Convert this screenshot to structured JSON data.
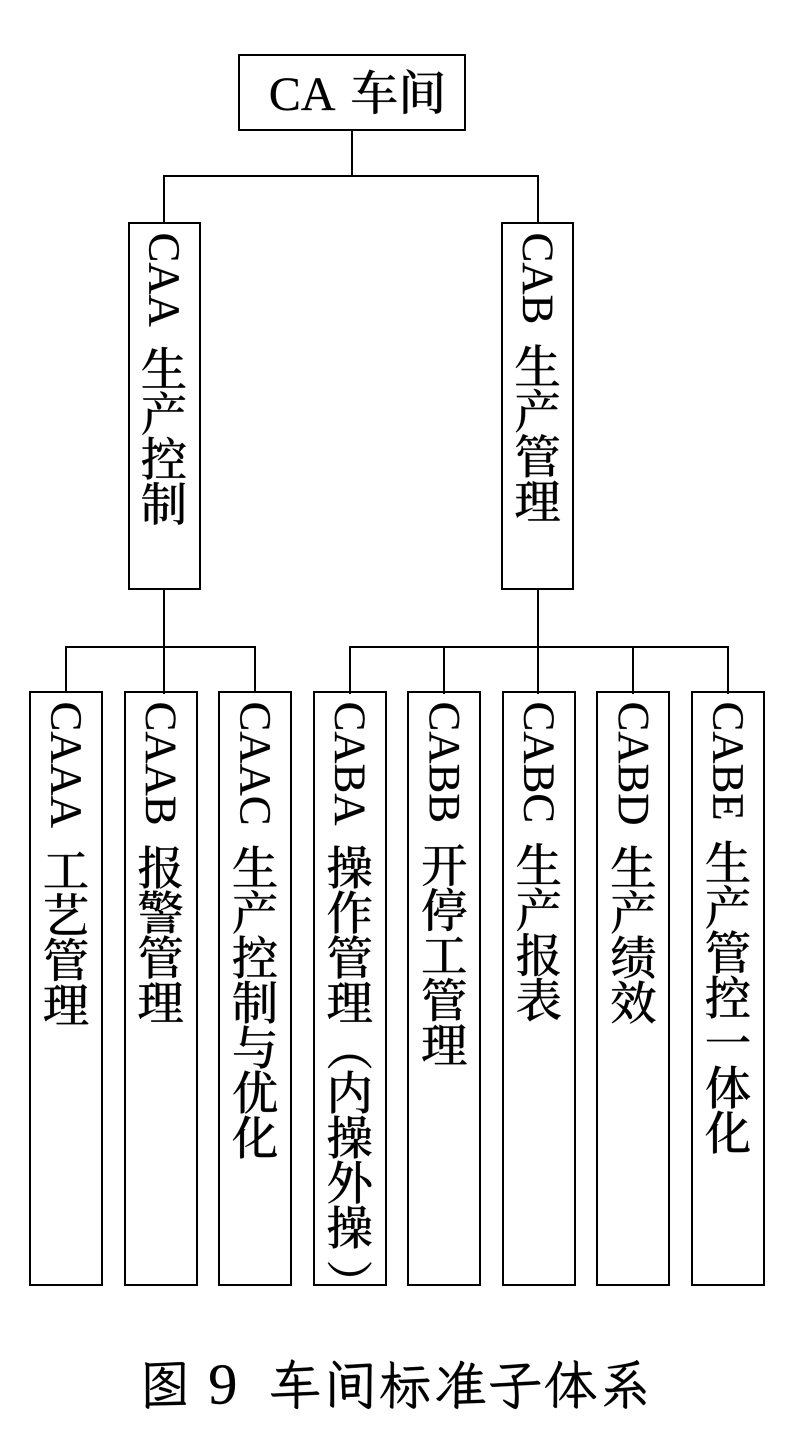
{
  "diagram": {
    "root": {
      "label": "CA 车间"
    },
    "branches": [
      {
        "label": "CAA 生产控制",
        "children": [
          {
            "label": "CAAA 工艺管理"
          },
          {
            "label": "CAAB 报警管理"
          },
          {
            "label": "CAAC 生产控制与优化"
          }
        ]
      },
      {
        "label": "CAB 生产管理",
        "children": [
          {
            "label": "CABA 操作管理（内操外操）"
          },
          {
            "label": "CABB 开停工管理"
          },
          {
            "label": "CABC 生产报表"
          },
          {
            "label": "CABD 生产绩效"
          },
          {
            "label": "CABE 生产管控一体化"
          }
        ]
      }
    ]
  },
  "caption": "图 9 车间标准子体系",
  "colors": {
    "ink": "#000000",
    "background": "#ffffff",
    "border": "#000000"
  }
}
